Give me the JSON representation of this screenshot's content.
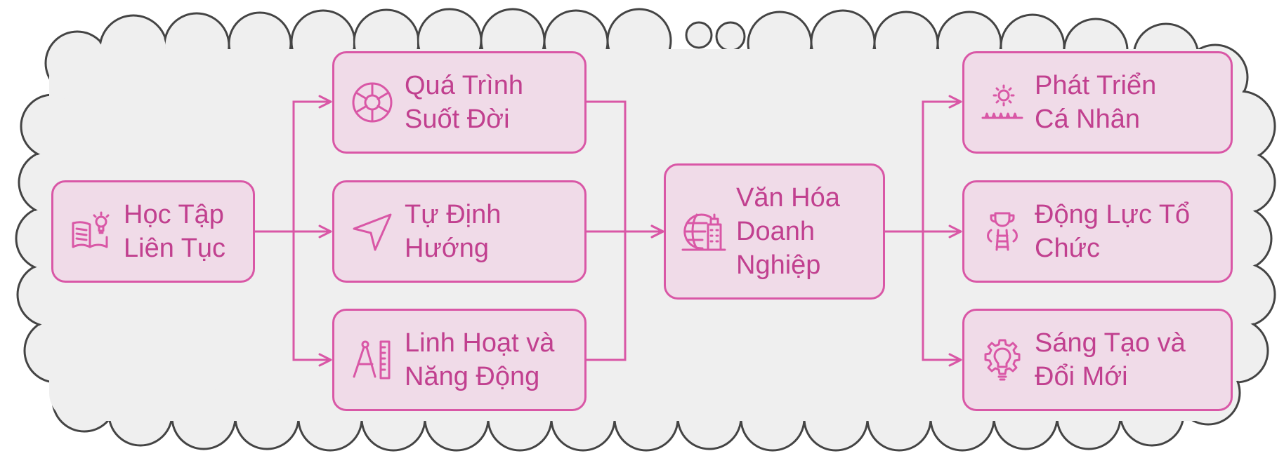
{
  "colors": {
    "background_cloud": "#efefef",
    "cloud_stroke": "#444444",
    "node_fill": "#f0dbe8",
    "node_border": "#d957a6",
    "text": "#c1408f",
    "connector": "#d957a6"
  },
  "nodes": {
    "hoc_tap": {
      "line1": "Học Tập",
      "line2": "Liên Tục",
      "icon": "book-lightbulb-icon"
    },
    "qua_trinh": {
      "line1": "Quá Trình",
      "line2": "Suốt Đời",
      "icon": "cycle-icon"
    },
    "tu_dinh_huong": {
      "line1": "Tự Định",
      "line2": "Hướng",
      "icon": "navigation-arrow-icon"
    },
    "linh_hoat": {
      "line1": "Linh Hoạt và",
      "line2": "Năng Động",
      "icon": "compass-ruler-icon"
    },
    "van_hoa": {
      "line1": "Văn Hóa",
      "line2": "Doanh",
      "line3": "Nghiệp",
      "icon": "globe-building-icon"
    },
    "phat_trien": {
      "line1": "Phát Triển",
      "line2": "Cá Nhân",
      "icon": "sun-grass-icon"
    },
    "dong_luc": {
      "line1": "Động Lực Tổ",
      "line2": "Chức",
      "icon": "trophy-ladder-icon"
    },
    "sang_tao": {
      "line1": "Sáng Tạo và",
      "line2": "Đổi Mới",
      "icon": "lightbulb-gear-icon"
    }
  }
}
